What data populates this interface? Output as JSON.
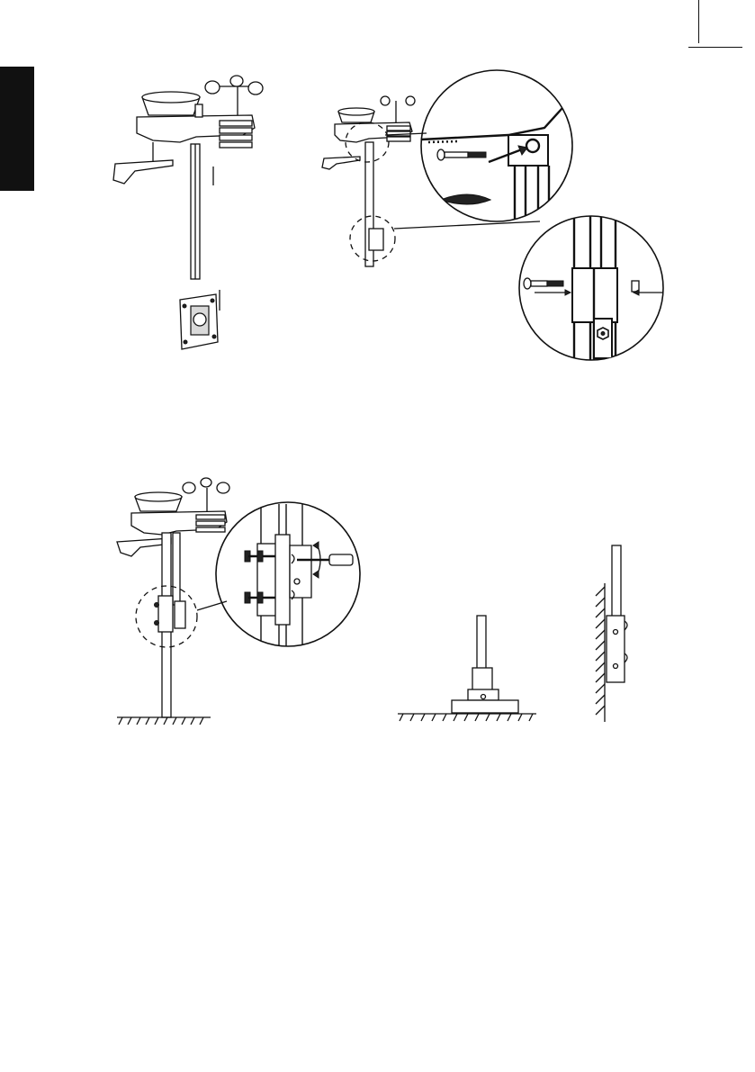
{
  "page": {
    "background": "#ffffff",
    "line_color": "#111111",
    "tab_color": "#111111"
  },
  "figures": [
    {
      "id": "sensor-assembly",
      "icons": [
        "weather-sensor-icon",
        "wall-bracket-icon",
        "arrow-up-icon"
      ]
    },
    {
      "id": "screw-fastening-detail",
      "icons": [
        "screw-icon",
        "magnifier-circle-icon",
        "nut-icon"
      ]
    },
    {
      "id": "pole-mounting",
      "icons": [
        "u-bolt-clamp-icon",
        "screwdriver-icon"
      ]
    },
    {
      "id": "ground-mounting",
      "icons": [
        "ground-base-icon"
      ]
    },
    {
      "id": "wall-mounting",
      "icons": [
        "wall-hatch-icon"
      ]
    }
  ]
}
